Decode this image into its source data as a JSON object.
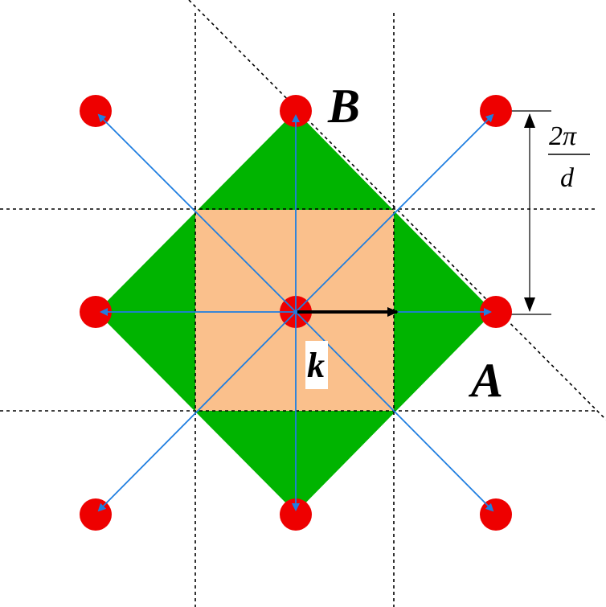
{
  "labels": {
    "point_b": "B",
    "point_a": "A",
    "wave_vector": "k",
    "spacing_numerator": "2π",
    "spacing_denominator": "d"
  },
  "colors": {
    "second_zone": "#00b400",
    "first_zone": "#fac08c",
    "lattice_point": "#ee0000",
    "reciprocal_vector": "#1f7ee0",
    "wave_vector": "#000000",
    "boundary_line": "#000000"
  }
}
